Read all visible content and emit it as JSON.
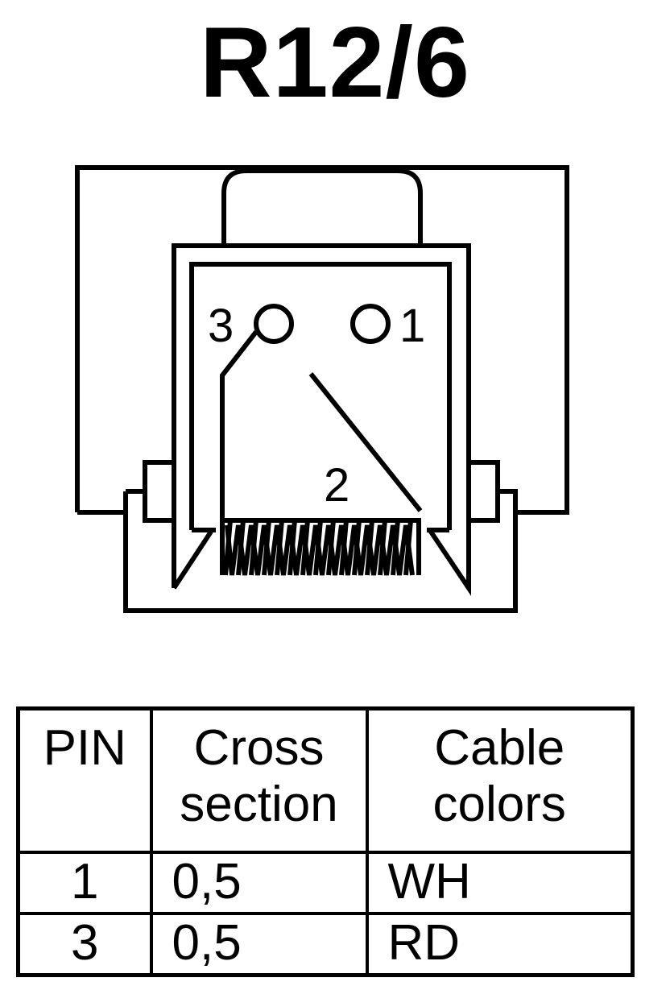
{
  "title": "R12/6",
  "pin_labels": [
    "3",
    "1",
    "2"
  ],
  "table": {
    "headers": [
      [
        "PIN"
      ],
      [
        "Cross",
        "section"
      ],
      [
        "Cable",
        "colors"
      ]
    ],
    "rows": [
      {
        "pin": "1",
        "cross_section": "0,5",
        "color": "WH"
      },
      {
        "pin": "3",
        "cross_section": "0,5",
        "color": "RD"
      }
    ]
  }
}
